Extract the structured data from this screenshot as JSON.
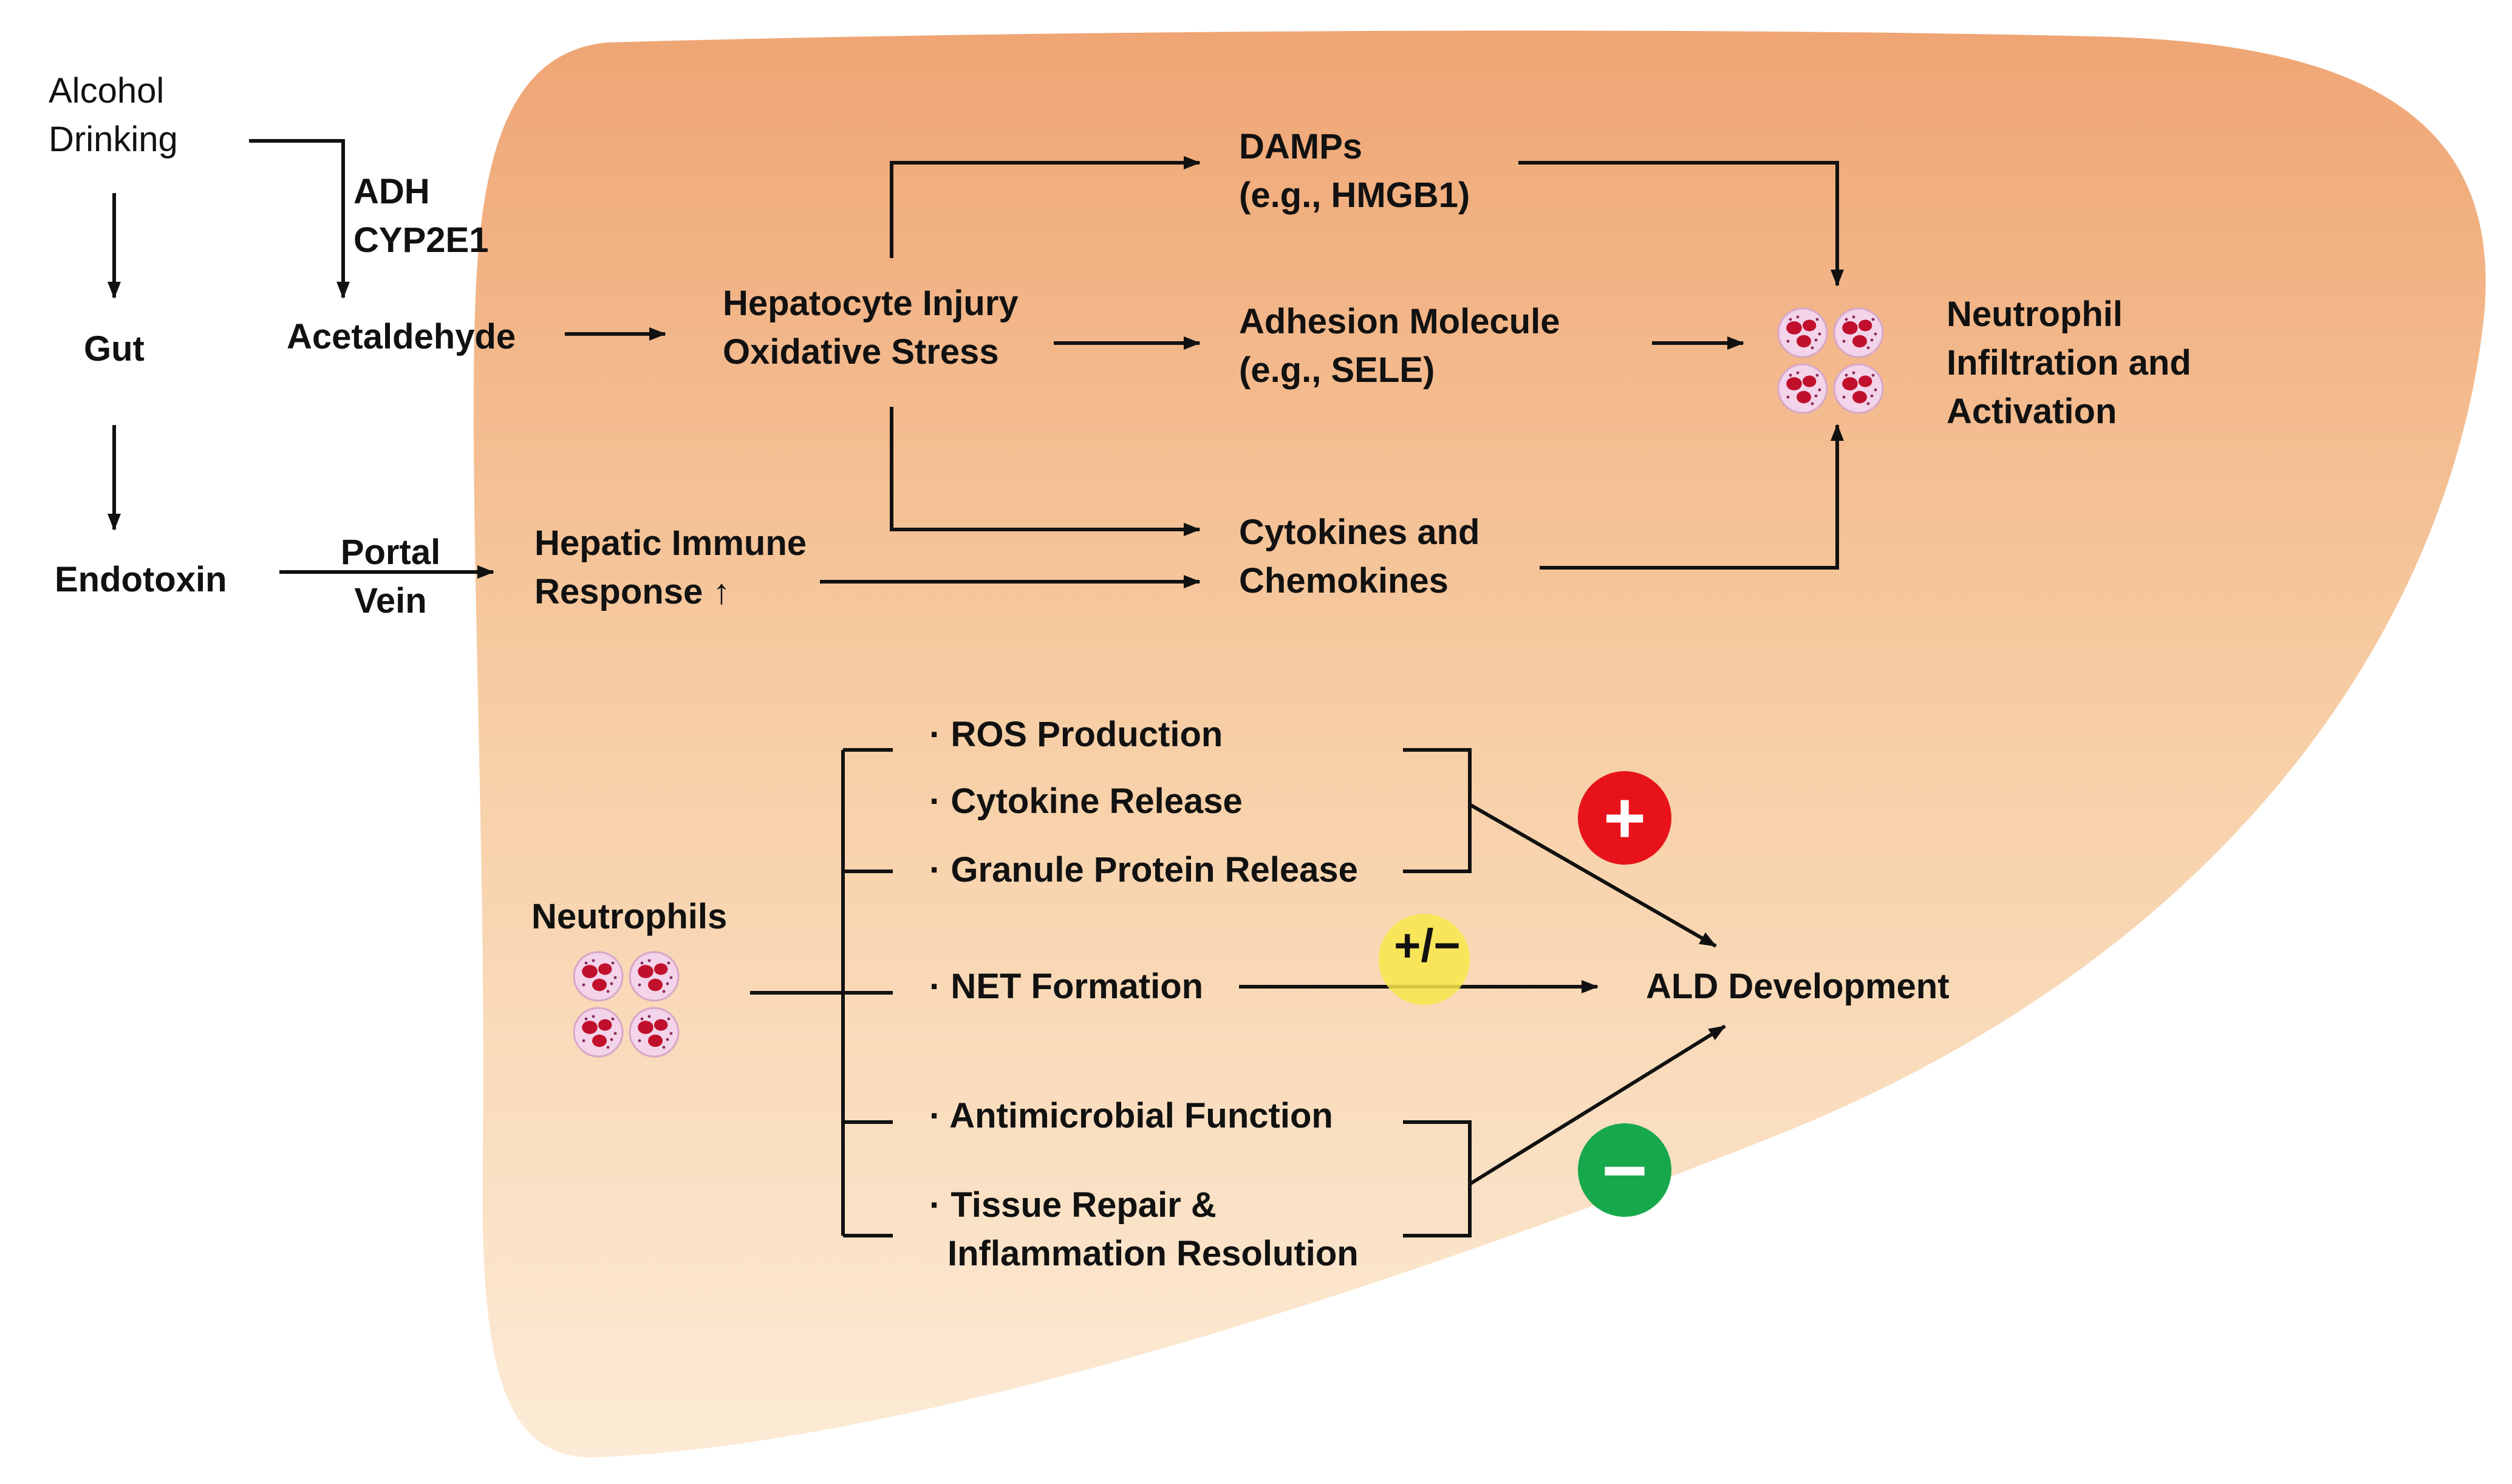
{
  "colors": {
    "liver_top": "#efa574",
    "liver_mid": "#f7cfa6",
    "liver_light": "#fcebd6",
    "arrow": "#111111",
    "plus_circle": "#e8131a",
    "minus_circle": "#17a84b",
    "mixed_circle": "#f8e84a",
    "neutrophil_body": "#f3d4ea",
    "neutrophil_nucleus": "#c0102c"
  },
  "top": {
    "alcohol_line1": "Alcohol",
    "alcohol_line2": "Drinking",
    "gut": "Gut",
    "endotoxin": "Endotoxin",
    "adh": "ADH",
    "cyp2e1": "CYP2E1",
    "acetaldehyde": "Acetaldehyde",
    "hep_injury_line1": "Hepatocyte Injury",
    "hep_injury_line2": "Oxidative Stress",
    "portal_line1": "Portal",
    "portal_line2": "Vein",
    "immune_line1": "Hepatic Immune",
    "immune_line2": "Response ↑",
    "damps_line1": "DAMPs",
    "damps_line2": "(e.g., HMGB1)",
    "adhesion_line1": "Adhesion Molecule",
    "adhesion_line2": "(e.g., SELE)",
    "cytokines_line1": "Cytokines and",
    "cytokines_line2": "Chemokines",
    "infiltration_line1": "Neutrophil",
    "infiltration_line2": "Infiltration and",
    "infiltration_line3": "Activation"
  },
  "bottom": {
    "neutrophils": "Neutrophils",
    "functions": [
      "· ROS Production",
      "· Cytokine Release",
      "· Granule Protein Release",
      "· NET Formation",
      "· Antimicrobial Function",
      "· Tissue Repair &",
      "Inflammation Resolution"
    ],
    "ald": "ALD Development",
    "plus": "+",
    "mixed": "+/−",
    "minus": "−"
  }
}
